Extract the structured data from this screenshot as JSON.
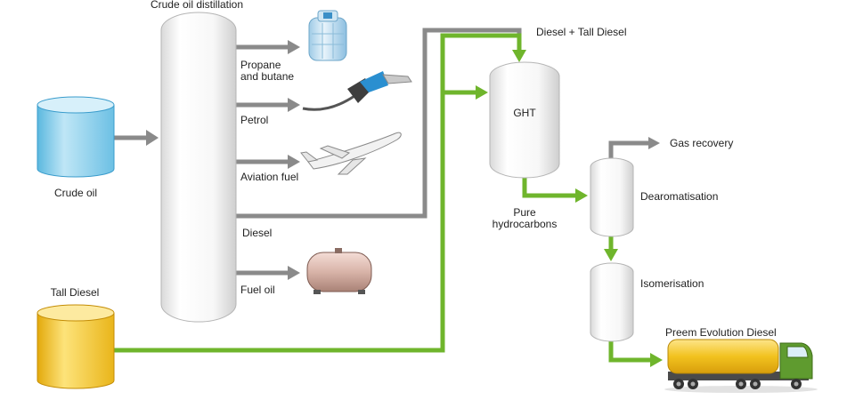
{
  "labels": {
    "crude_oil_distillation": "Crude oil distillation",
    "crude_oil": "Crude oil",
    "tall_diesel": "Tall Diesel",
    "propane_line1": "Propane",
    "propane_line2": "and butane",
    "petrol": "Petrol",
    "aviation_fuel": "Aviation fuel",
    "diesel": "Diesel",
    "fuel_oil": "Fuel oil",
    "diesel_tall_diesel": "Diesel + Tall Diesel",
    "ght": "GHT",
    "pure_line1": "Pure",
    "pure_line2": "hydrocarbons",
    "gas_recovery": "Gas recovery",
    "dearomatisation": "Dearomatisation",
    "isomerisation": "Isomerisation",
    "preem_evolution_diesel": "Preem Evolution Diesel"
  },
  "colors": {
    "grey_flow": "#8a8a8a",
    "green_flow": "#6fb52c",
    "crude_tank": "#8fd0ea",
    "tall_tank": "#f2c21f",
    "truck_tank": "#f0c020",
    "truck_cab": "#5f9b2f"
  }
}
